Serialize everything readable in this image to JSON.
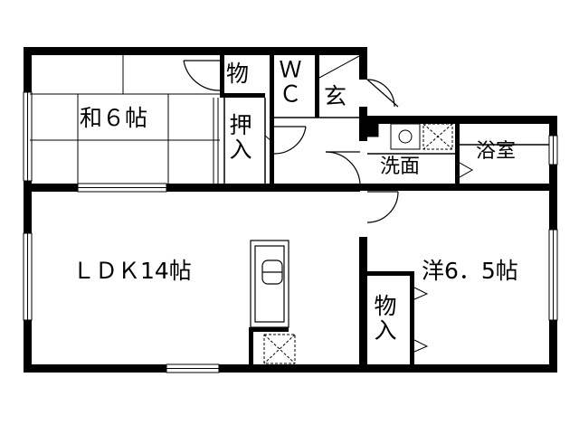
{
  "floorplan": {
    "rooms": {
      "washitsu": "和６帖",
      "ldk": "ＬＤＫ14帖",
      "yoshitsu": "洋6．5帖",
      "storage_top": "物",
      "oshiire": "押入",
      "wc": "ＷＣ",
      "genkan": "玄",
      "senmen": "洗面",
      "yokushitsu": "浴室",
      "storage_bottom": "物入"
    }
  }
}
